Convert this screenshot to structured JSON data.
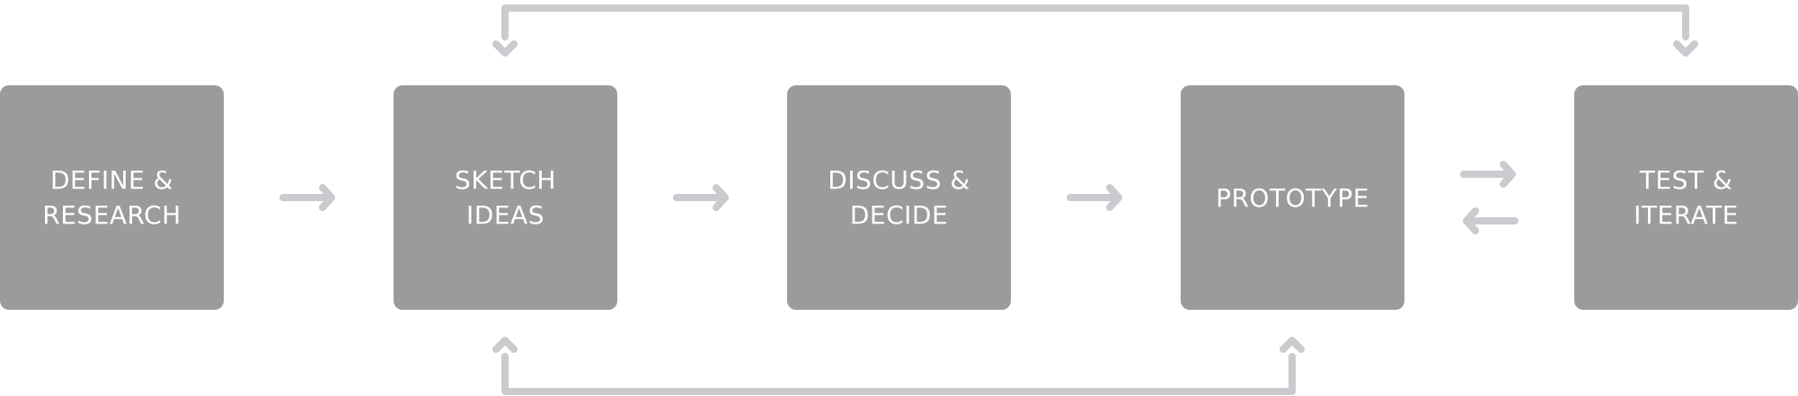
{
  "diagram": {
    "steps": [
      {
        "label": "DEFINE &\nRESEARCH"
      },
      {
        "label": "SKETCH\nIDEAS"
      },
      {
        "label": "DISCUSS &\nDECIDE"
      },
      {
        "label": "PROTOTYPE"
      },
      {
        "label": "TEST &\nITERATE"
      }
    ],
    "colors": {
      "box_fill": "#9b9b9b",
      "box_text": "#ffffff",
      "connector": "#c9cbce"
    }
  }
}
